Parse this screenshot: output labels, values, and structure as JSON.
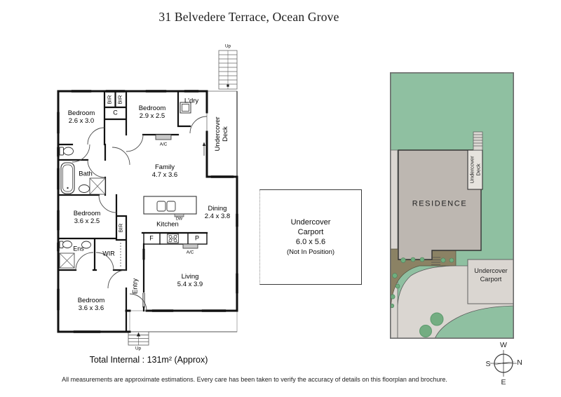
{
  "title": "31 Belvedere Terrace, Ocean Grove",
  "floorplan": {
    "rooms": {
      "bedroom1": {
        "name": "Bedroom",
        "dims": "2.6 x 3.0"
      },
      "bedroom2": {
        "name": "Bedroom",
        "dims": "2.9 x 2.5"
      },
      "bedroom3": {
        "name": "Bedroom",
        "dims": "3.6 x 2.5"
      },
      "bedroom4": {
        "name": "Bedroom",
        "dims": "3.6 x 3.6"
      },
      "family": {
        "name": "Family",
        "dims": "4.7 x 3.6"
      },
      "dining": {
        "name": "Dining",
        "dims": "2.4 x 3.8"
      },
      "living": {
        "name": "Living",
        "dims": "5.4 x 3.9"
      },
      "kitchen": {
        "name": "Kitchen"
      },
      "laundry": {
        "name": "L'dry"
      },
      "bath": {
        "name": "Bath"
      },
      "ens": {
        "name": "Ens"
      },
      "wir": {
        "name": "WIR"
      },
      "entry": {
        "name": "Entry"
      }
    },
    "small_labels": {
      "bir": "BIR",
      "closet": "C",
      "ac": "A/C",
      "dw": "DW",
      "fridge": "F",
      "pantry": "P",
      "up": "Up"
    },
    "deck": {
      "line1": "Undercover",
      "line2": "Deck"
    },
    "total_internal": "Total Internal : 131m² (Approx)"
  },
  "carport_note": {
    "line1": "Undercover",
    "line2": "Carport",
    "dims": "6.0 x 5.6",
    "note": "(Not In Position)"
  },
  "siteplan": {
    "residence_label": "RESIDENCE",
    "deck": {
      "line1": "Undercover",
      "line2": "Deck"
    },
    "carport": {
      "line1": "Undercover",
      "line2": "Carport"
    }
  },
  "compass": {
    "north": "N",
    "south": "S",
    "east": "E",
    "west": "W"
  },
  "disclaimer": "All measurements are approximate estimations. Every care has been taken to verify the accuracy of details on this floorplan and brochure.",
  "colors": {
    "site_green": "#8fc0a1",
    "tree_green": "#74ad82",
    "shrub_green": "#6fae7e",
    "residence_grey": "#bdb7b1",
    "paving_grey": "#dad6d1",
    "deck_white": "#e6e3de",
    "garden_brown": "#8b8264",
    "wall_black": "#111111",
    "window_grey": "#b5b5b5"
  }
}
